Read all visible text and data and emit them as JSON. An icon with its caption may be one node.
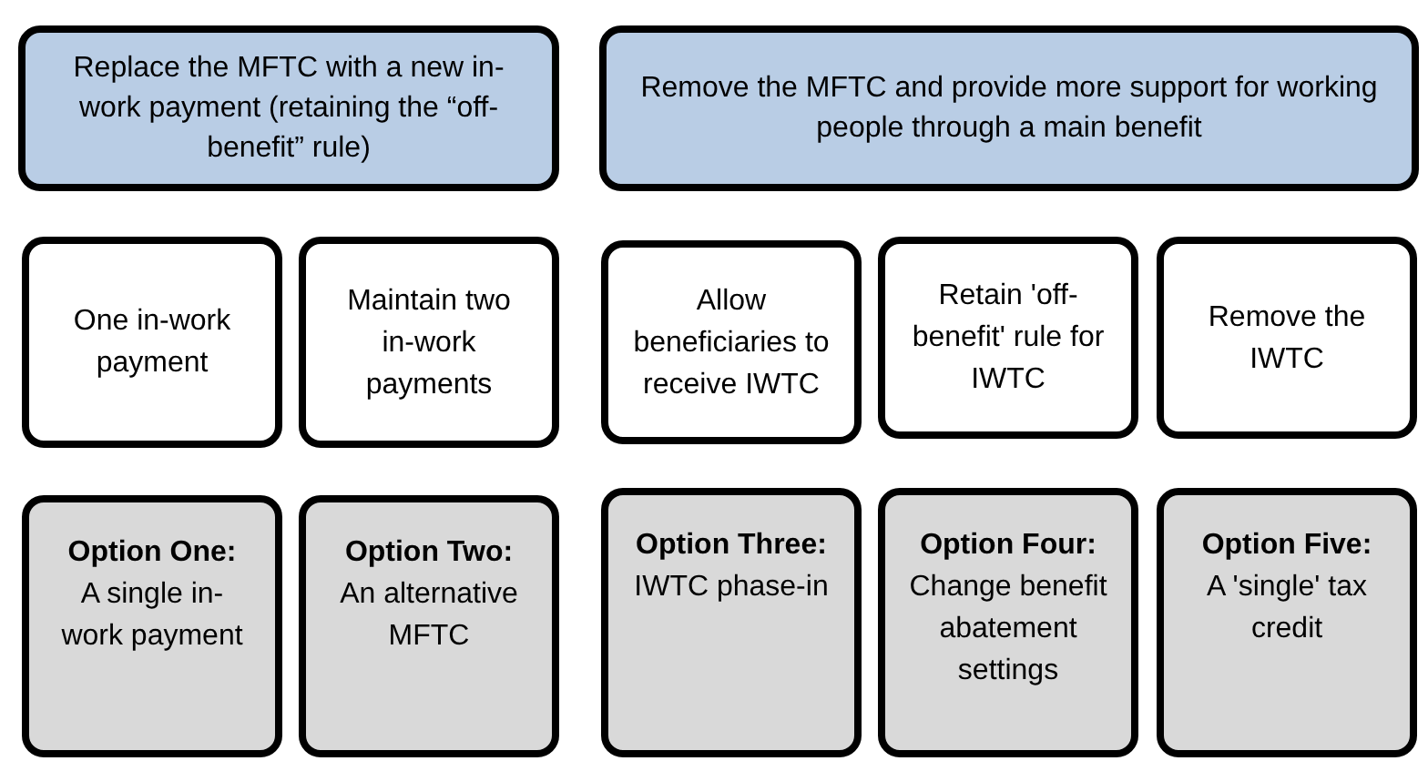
{
  "diagram": {
    "nodes": [
      {
        "text": [
          "Replace the MFTC with a new in-work payment (retaining the “off-benefit” rule)"
        ]
      },
      {
        "text": [
          "Remove the MFTC and provide more support for working people through a main benefit"
        ]
      },
      {
        "text": [
          "One in-work payment"
        ]
      },
      {
        "text": [
          "Maintain two in-work payments"
        ]
      },
      {
        "text": [
          "Allow beneficiaries to receive IWTC"
        ]
      },
      {
        "text": [
          "Retain 'off-benefit' rule for IWTC"
        ]
      },
      {
        "text": [
          "Remove the IWTC"
        ]
      },
      {
        "text": [
          "Option One:",
          "A single in-work payment"
        ]
      },
      {
        "text": [
          "Option Two:",
          "An alternative MFTC"
        ]
      },
      {
        "text": [
          "Option Three:",
          "IWTC phase-in"
        ]
      },
      {
        "text": [
          "Option Four:",
          "Change benefit abatement settings"
        ]
      },
      {
        "text": [
          "Option Five:",
          "A 'single' tax credit"
        ]
      }
    ]
  }
}
